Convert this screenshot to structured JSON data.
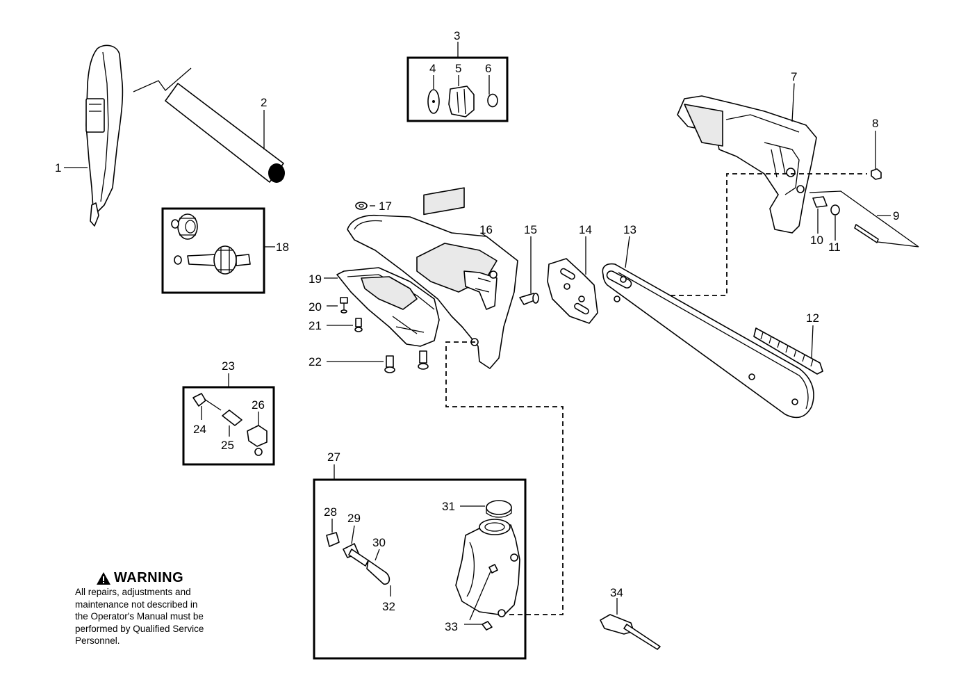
{
  "labels": {
    "p1": "1",
    "p2": "2",
    "p3": "3",
    "p4": "4",
    "p5": "5",
    "p6": "6",
    "p7": "7",
    "p8": "8",
    "p9": "9",
    "p10": "10",
    "p11": "11",
    "p12": "12",
    "p13": "13",
    "p14": "14",
    "p15": "15",
    "p16": "16",
    "p17": "17",
    "p18": "18",
    "p19": "19",
    "p20": "20",
    "p21": "21",
    "p22": "22",
    "p23": "23",
    "p24": "24",
    "p25": "25",
    "p26": "26",
    "p27": "27",
    "p28": "28",
    "p29": "29",
    "p30": "30",
    "p31": "31",
    "p32": "32",
    "p33": "33",
    "p34": "34"
  },
  "warning": {
    "title": "WARNING",
    "body": "All repairs, adjustments and\nmaintenance not described in\nthe Operator's Manual must be\nperformed by Qualified Service\nPersonnel."
  }
}
